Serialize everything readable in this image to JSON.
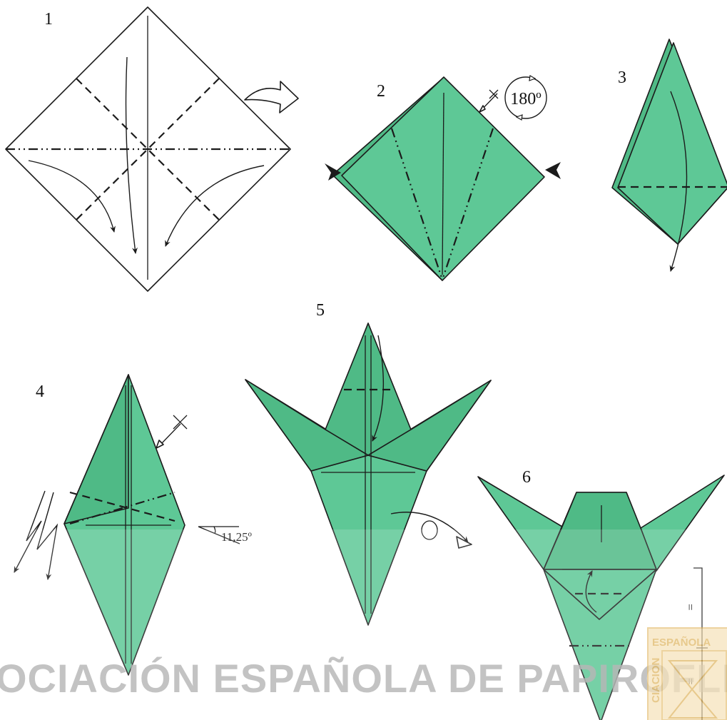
{
  "steps": [
    {
      "number": "1"
    },
    {
      "number": "2",
      "rotation_label": "180º"
    },
    {
      "number": "3"
    },
    {
      "number": "4",
      "angle_label": "11,25º"
    },
    {
      "number": "5"
    },
    {
      "number": "6",
      "equal_mark_top": "=",
      "equal_mark_bottom": "="
    }
  ],
  "watermark": {
    "text": "OCIACIÓN ESPAÑOLA DE PAPIROFLEXIA",
    "seal_text_top": "ESPAÑOLA",
    "seal_text_side": "CIACION"
  },
  "colors": {
    "paper_green": "#5ec896",
    "paper_green_dark": "#4fba86",
    "line": "#1b1b1b",
    "watermark_gray": "#b9b9b9",
    "seal_gold": "#d9a94a"
  }
}
